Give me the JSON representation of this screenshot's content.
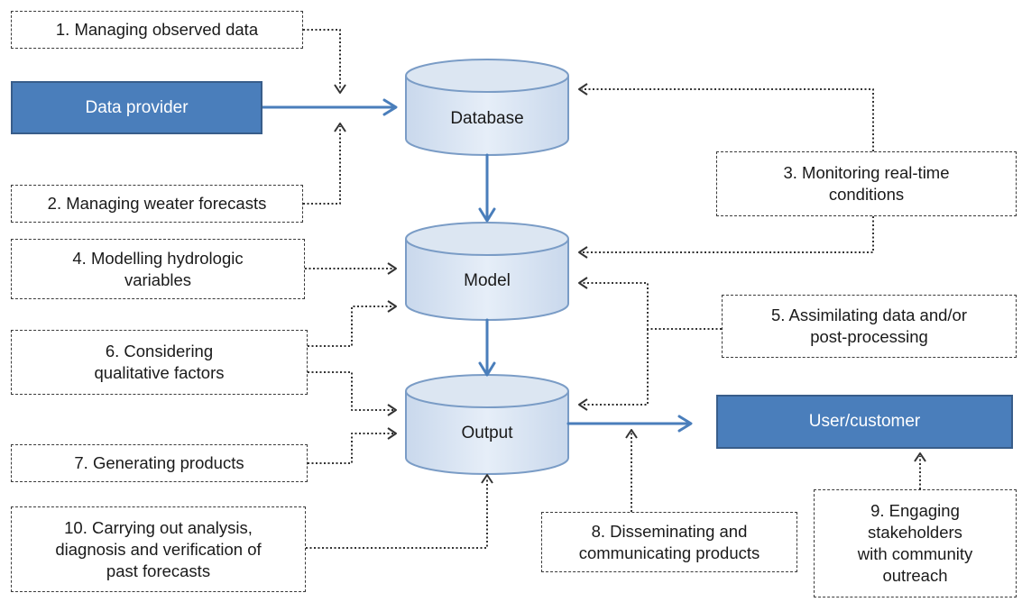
{
  "nodes": {
    "data_provider": "Data provider",
    "database": "Database",
    "model": "Model",
    "output": "Output",
    "user_customer": "User/customer"
  },
  "steps": {
    "s1": "1. Managing observed data",
    "s2": "2. Managing weater forecasts",
    "s3": "3. Monitoring real-time\nconditions",
    "s4": "4. Modelling hydrologic\nvariables",
    "s5": "5. Assimilating data and/or\npost-processing",
    "s6": "6. Considering\nqualitative factors",
    "s7": "7. Generating products",
    "s8": "8. Disseminating and\ncommunicating products",
    "s9": "9. Engaging\nstakeholders\nwith community\noutreach",
    "s10": "10. Carrying out analysis,\ndiagnosis and verification of\npast forecasts"
  },
  "colors": {
    "primary_fill": "#4a7ebb",
    "primary_border": "#385d8a",
    "cylinder_fill": "#dce6f2",
    "cylinder_border": "#7a9cc6",
    "flow_arrow": "#4a7ebb",
    "dotted_arrow": "#333333"
  }
}
